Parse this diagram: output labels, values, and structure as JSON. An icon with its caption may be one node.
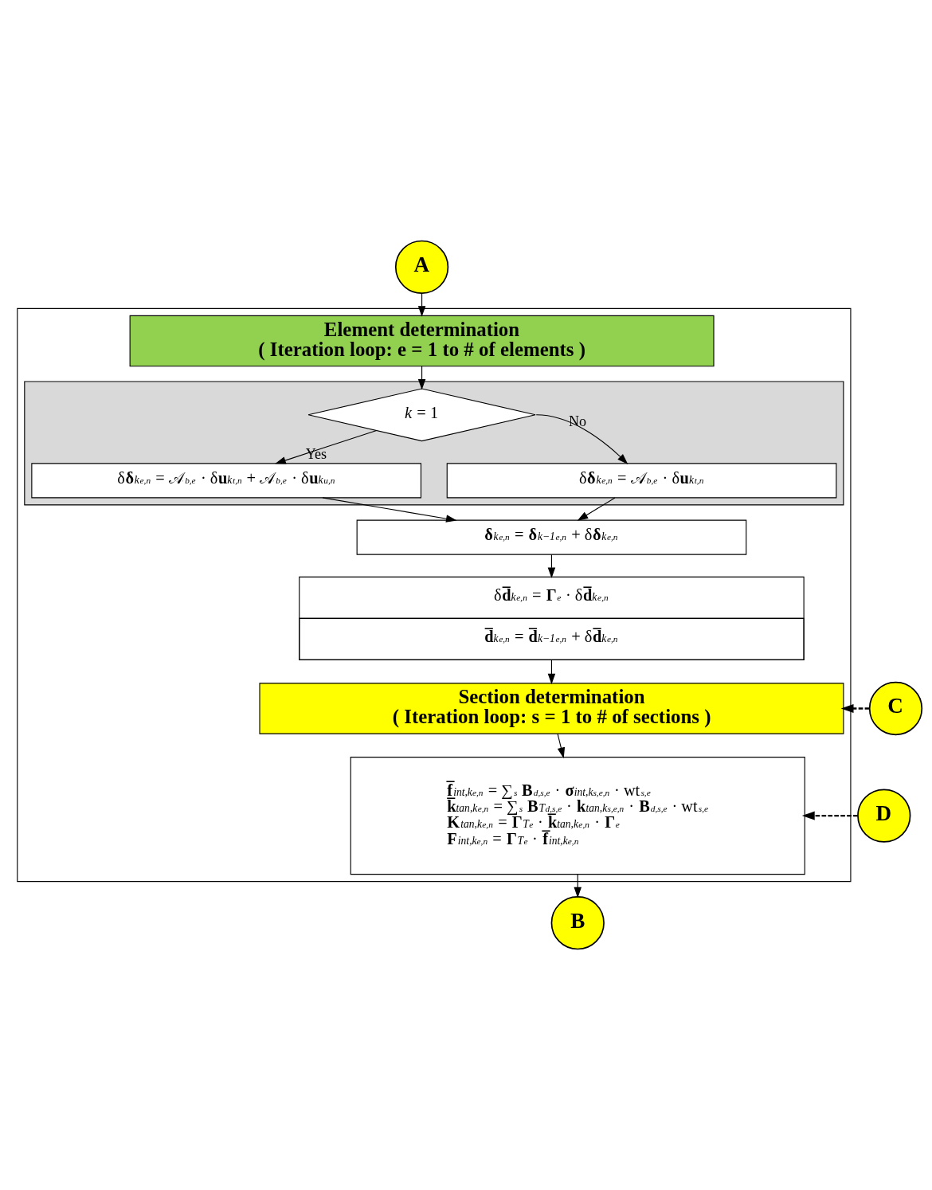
{
  "diagram": {
    "nodes": [
      {
        "text": [
          "A"
        ]
      },
      {
        "text": [],
        "shape": "box"
      },
      {
        "text": [
          "Element determination",
          "( Iteration loop: e = 1 to # of elements )"
        ],
        "in": 1
      },
      {
        "text": [],
        "shape": "box",
        "in": 1
      },
      {
        "text": [
          "*k* = 1"
        ],
        "in": 3
      },
      {
        "text": [
          "δ**δ**$^{k}$$_{e,n}$ = 𝒜$_{b,e}$ · δ**u**$^{k}$$_{t,n}$ + 𝒜$_{b,e}$ · δ**u**$^{k}$$_{u,n}$"
        ],
        "in": 3
      },
      {
        "text": [
          "δ**δ**$^{k}$$_{e,n}$ = 𝒜$_{b,e}$ · δ**u**$^{k}$$_{t,n}$"
        ],
        "in": 3
      },
      {
        "text": [
          "**δ**$^{k}$$_{e,n}$ = **δ**$^{k−1}$$_{e,n}$ + δ**δ**$^{k}$$_{e,n}$"
        ],
        "in": 1
      },
      {
        "text": [
          "δ**d̅**$^{k}$$_{e,n}$ = **Γ**$_{e}$ · δ**d̅**$^{k}$$_{e,n}$",
          "**d̅**$^{k}$$_{e,n}$ = **d̅**$^{k−1}$$_{e,n}$ + δ**d̅**$^{k}$$_{e,n}$"
        ],
        "in": 1
      },
      {
        "text": [
          "C"
        ]
      },
      {
        "text": [
          "Section determination",
          "( Iteration loop: s = 1 to # of sections )"
        ],
        "in": 1
      },
      {
        "text": [
          "D"
        ]
      },
      {
        "text": [
          "**f̅**$^{int,k}$$_{e,n}$ = ∑$_{s}$ **B**$_{d,s,e}$ · **σ**$^{int,k}$$_{s,e,n}$ · wt$_{s,e}$",
          "**k̅**$^{tan,k}$$_{e,n}$ = ∑$_{s}$ **B**$^{T}$$_{d,s,e}$ · **k**$^{tan,k}$$_{s,e,n}$ · **B**$_{d,s,e}$ · wt$_{s,e}$",
          "**K**$^{tan,k}$$_{e,n}$ = **Γ**$^{T}$$_{e}$ · **k̅**$^{tan,k}$$_{e,n}$ · **Γ**$_{e}$",
          "**F**$^{int,k}$$_{e,n}$ = **Γ**$^{T}$$_{e}$ · **f̅**$^{int,k}$$_{e,n}$"
        ],
        "in": 1
      },
      {
        "text": [
          "B"
        ]
      }
    ],
    "edges": [
      {
        "from": 0,
        "to": 2,
        "arrow": "to"
      },
      {
        "from": 2,
        "to": 4,
        "arrow": "to"
      },
      {
        "from": 4,
        "to": 5,
        "arrow": "to",
        "label": "Yes"
      },
      {
        "from": 4,
        "to": 6,
        "arrow": "to",
        "label": "No"
      },
      {
        "from": 5,
        "to": 7,
        "arrow": "to"
      },
      {
        "from": 6,
        "to": 7,
        "arrow": "to"
      },
      {
        "from": 7,
        "to": 8,
        "arrow": "to"
      },
      {
        "from": 8,
        "to": 10,
        "arrow": "to"
      },
      {
        "from": 9,
        "to": 10,
        "arrow": "to",
        "style": "dashed"
      },
      {
        "from": 10,
        "to": 12,
        "arrow": "to"
      },
      {
        "from": 11,
        "to": 12,
        "arrow": "to",
        "style": "dashed"
      },
      {
        "from": 12,
        "to": 13,
        "arrow": "to"
      }
    ]
  }
}
